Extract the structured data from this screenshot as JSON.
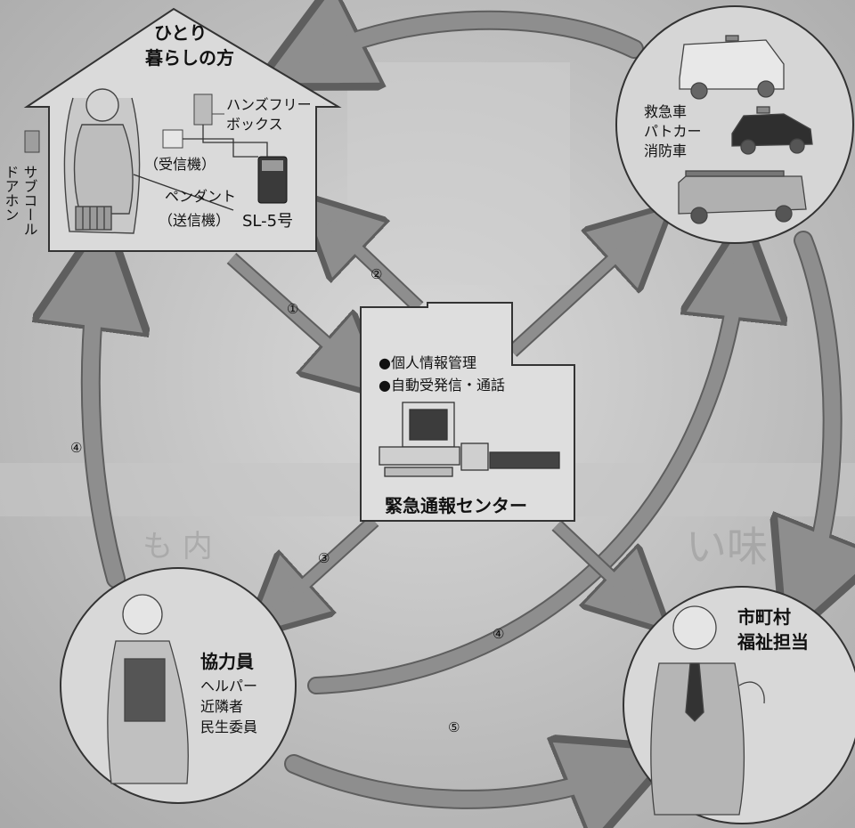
{
  "house": {
    "title_line1": "ひとり",
    "title_line2": "暮らしの方",
    "handsfree_line1": "ハンズフリー",
    "handsfree_line2": "ボックス",
    "receiver": "（受信機）",
    "pendant_line1": "ペンダント",
    "pendant_line2": "（送信機）",
    "model": "SL-5号",
    "subcall_col1": "サブコール",
    "subcall_col2": "ドアホン"
  },
  "center": {
    "feature1": "●個人情報管理",
    "feature2": "●自動受発信・通話",
    "name": "緊急通報センター"
  },
  "emergency": {
    "line1": "救急車",
    "line2": "パトカー",
    "line3": "消防車"
  },
  "helpers": {
    "title": "協力員",
    "line1": "ヘルパー",
    "line2": "近隣者",
    "line3": "民生委員"
  },
  "municipal": {
    "line1": "市町村",
    "line2": "福祉担当"
  },
  "steps": {
    "s1": "①",
    "s2": "②",
    "s3": "③",
    "s4a": "④",
    "s4b": "④",
    "s5": "⑤"
  },
  "background": {
    "faded_heading": "い味",
    "faded_caption": "も 内"
  }
}
